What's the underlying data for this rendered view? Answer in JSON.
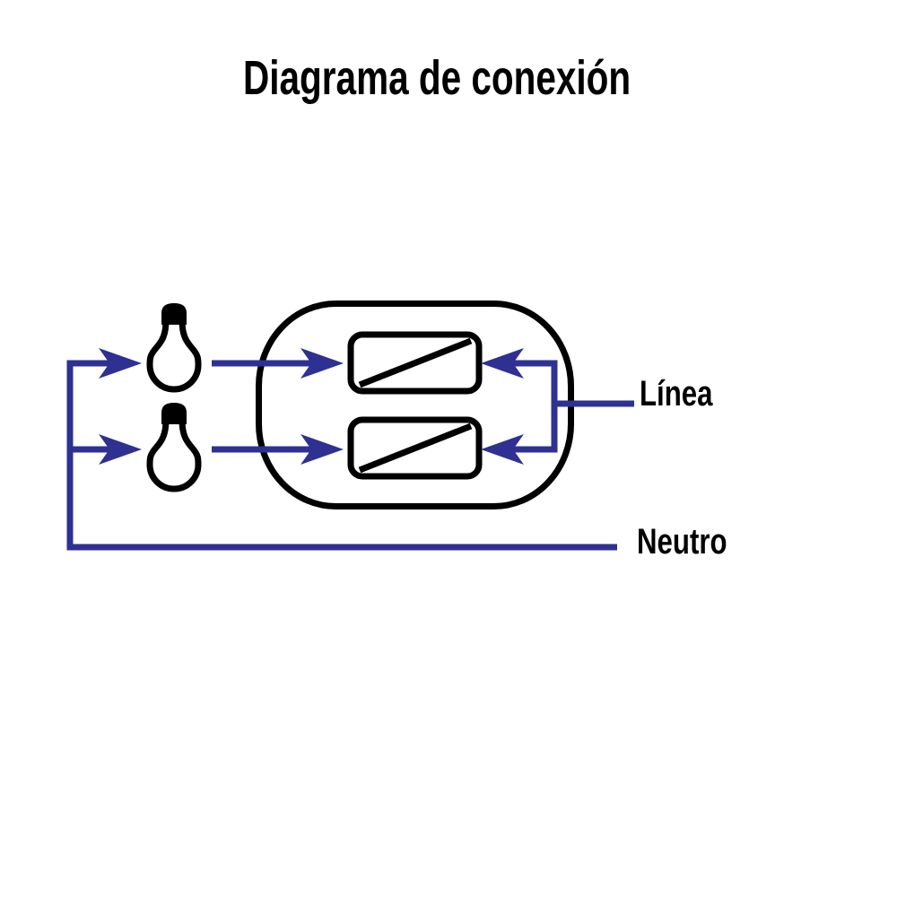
{
  "title": "Diagrama de conexión",
  "labels": {
    "line": "Línea",
    "neutral": "Neutro"
  },
  "colors": {
    "wire": "#2e3192",
    "outline": "#000000",
    "background": "#ffffff"
  },
  "diagram": {
    "bulb_count": 2,
    "switch_count": 2
  }
}
